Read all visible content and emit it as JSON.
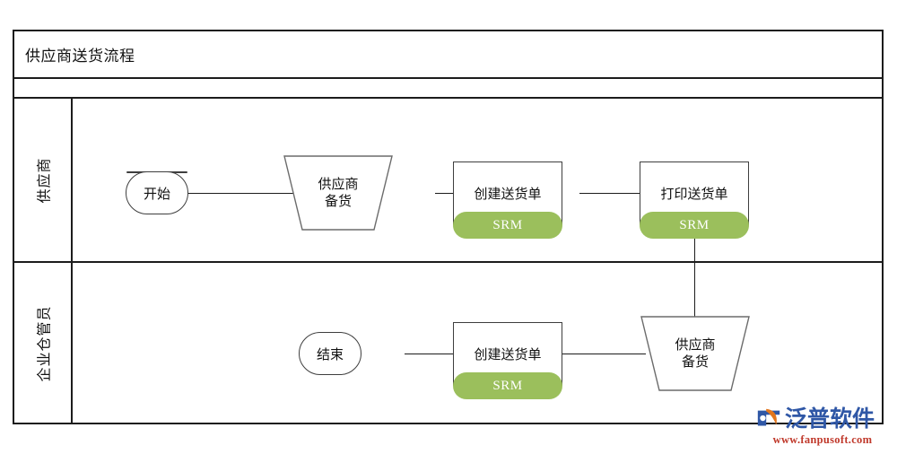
{
  "diagram": {
    "title": "供应商送货流程",
    "type": "swimlane-flowchart",
    "lanes": [
      {
        "id": "supplier",
        "label": "供应商",
        "nodes": [
          {
            "id": "start",
            "shape": "terminator",
            "label": "开始"
          },
          {
            "id": "prep-stock",
            "shape": "trapezoid",
            "label_line1": "供应商",
            "label_line2": "备货"
          },
          {
            "id": "create-note-1",
            "shape": "process",
            "label": "创建送货单",
            "badge": "SRM"
          },
          {
            "id": "print-note",
            "shape": "process",
            "label": "打印送货单",
            "badge": "SRM"
          }
        ]
      },
      {
        "id": "warehouse",
        "label": "企业仓管员",
        "nodes": [
          {
            "id": "end",
            "shape": "terminator",
            "label": "结束"
          },
          {
            "id": "create-note-2",
            "shape": "process",
            "label": "创建送货单",
            "badge": "SRM"
          },
          {
            "id": "receive-stock",
            "shape": "trapezoid",
            "label_line1": "供应商",
            "label_line2": "备货"
          }
        ]
      }
    ],
    "colors": {
      "badge_green": "#9bbf5c",
      "frame_black": "#1c1c1c",
      "shape_outline": "#3e3e3e",
      "logo_blue": "#2f57a6",
      "logo_orange": "#e2761d",
      "logo_red": "#c0392b"
    }
  },
  "watermark": {
    "brand": "泛普软件",
    "url": "www.fanpusoft.com"
  }
}
